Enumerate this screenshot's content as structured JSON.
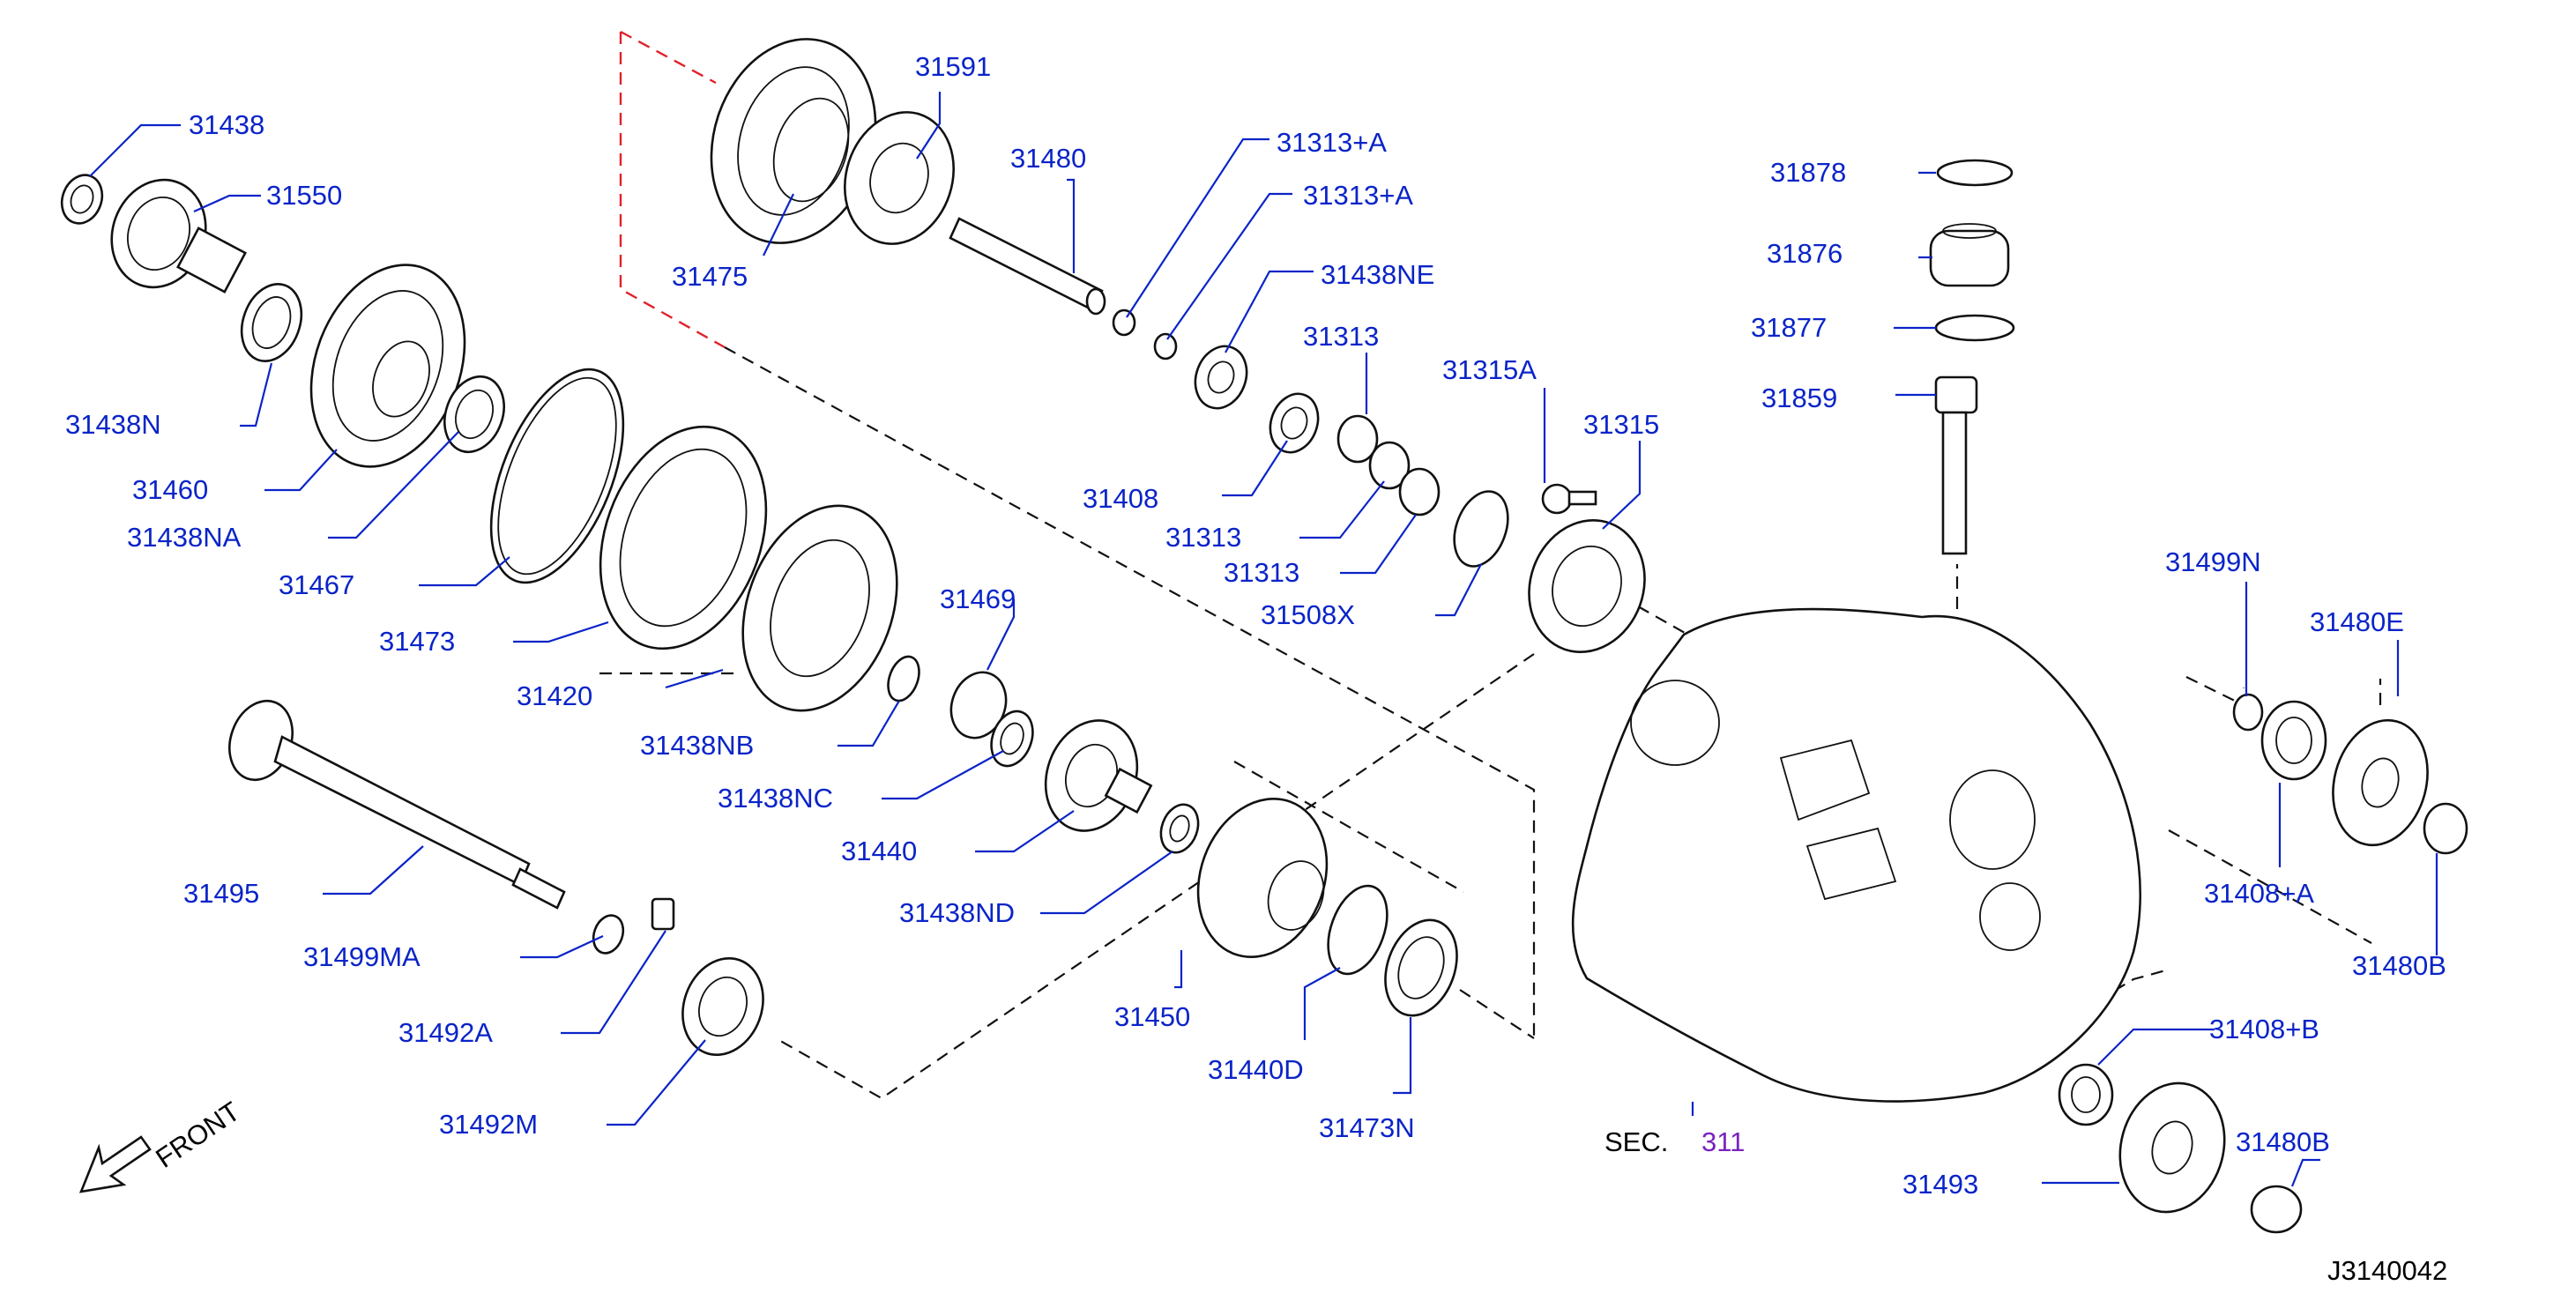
{
  "diagram_id": "J3140042",
  "front_label": "FRONT",
  "sec_prefix": "SEC.",
  "sec_number": "311",
  "colors": {
    "label": "#0a24c8",
    "sec_number": "#7a22c0",
    "red_dash": "#e0222a",
    "line": "#111111"
  },
  "labels": {
    "p31438": "31438",
    "p31550": "31550",
    "p31438N": "31438N",
    "p31460": "31460",
    "p31438NA": "31438NA",
    "p31467": "31467",
    "p31473": "31473",
    "p31420": "31420",
    "p31438NB": "31438NB",
    "p31469": "31469",
    "p31438NC": "31438NC",
    "p31440": "31440",
    "p31438ND": "31438ND",
    "p31495": "31495",
    "p31499MA": "31499MA",
    "p31492A": "31492A",
    "p31492M": "31492M",
    "p31475": "31475",
    "p31591": "31591",
    "p31480": "31480",
    "p31313A_1": "31313+A",
    "p31313A_2": "31313+A",
    "p31438NE": "31438NE",
    "p31313_top": "31313",
    "p31408": "31408",
    "p31313_mid": "31313",
    "p31313_low": "31313",
    "p31508X": "31508X",
    "p31315A": "31315A",
    "p31315": "31315",
    "p31450": "31450",
    "p31440D": "31440D",
    "p31473N": "31473N",
    "p31878": "31878",
    "p31876": "31876",
    "p31877": "31877",
    "p31859": "31859",
    "p31499N": "31499N",
    "p31480E": "31480E",
    "p31408A": "31408+A",
    "p31480B_1": "31480B",
    "p31408B": "31408+B",
    "p31480B_2": "31480B",
    "p31493": "31493"
  }
}
